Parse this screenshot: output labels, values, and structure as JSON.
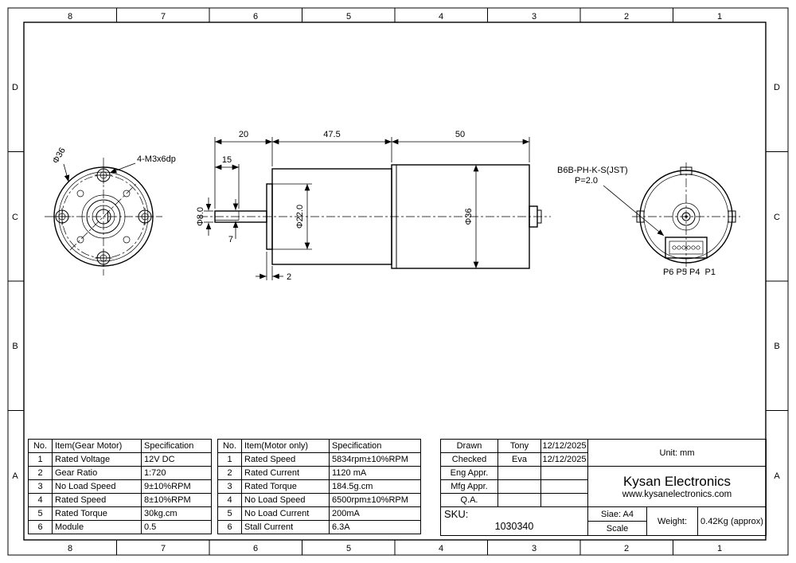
{
  "border": {
    "columns": [
      "8",
      "7",
      "6",
      "5",
      "4",
      "3",
      "2",
      "1"
    ],
    "rows": [
      "D",
      "C",
      "B",
      "A"
    ]
  },
  "front_view": {
    "diameter_label": "Φ36",
    "mount_holes_label": "4-M3x6dp"
  },
  "side_view": {
    "dim_shaft_len": "20",
    "dim_gearbox_len": "47.5",
    "dim_motor_len": "50",
    "dim_flat_len": "15",
    "dim_shaft_dia": "Φ8.0",
    "dim_boss_dia": "Φ22.0",
    "dim_body_dia": "Φ36",
    "dim_flat_height": "7",
    "dim_boss_depth": "2"
  },
  "rear_view": {
    "connector_label": "B6B-PH-K-S(JST)",
    "pitch_label": "P=2.0",
    "pin_labels": "P6 P5 P4  P1"
  },
  "gear_motor_table": {
    "headers": [
      "No.",
      "Item(Gear Motor)",
      "Specification"
    ],
    "rows": [
      [
        "1",
        "Rated Voltage",
        "12V DC"
      ],
      [
        "2",
        "Gear Ratio",
        "1:720"
      ],
      [
        "3",
        "No Load Speed",
        "9±10%RPM"
      ],
      [
        "4",
        "Rated Speed",
        "8±10%RPM"
      ],
      [
        "5",
        "Rated Torque",
        "30kg.cm"
      ],
      [
        "6",
        "Module",
        "0.5"
      ]
    ]
  },
  "motor_table": {
    "headers": [
      "No.",
      "Item(Motor only)",
      "Specification"
    ],
    "rows": [
      [
        "1",
        "Rated Speed",
        "5834rpm±10%RPM"
      ],
      [
        "2",
        "Rated Current",
        "1120 mA"
      ],
      [
        "3",
        "Rated Torque",
        "184.5g.cm"
      ],
      [
        "4",
        "No Load Speed",
        "6500rpm±10%RPM"
      ],
      [
        "5",
        "No Load Current",
        "200mA"
      ],
      [
        "6",
        "Stall Current",
        "6.3A"
      ]
    ]
  },
  "title_block": {
    "approvals": [
      {
        "label": "Drawn",
        "name": "Tony",
        "date": "12/12/2025"
      },
      {
        "label": "Checked",
        "name": "Eva",
        "date": "12/12/2025"
      },
      {
        "label": "Eng Appr.",
        "name": "",
        "date": ""
      },
      {
        "label": "Mfg Appr.",
        "name": "",
        "date": ""
      },
      {
        "label": "Q.A.",
        "name": "",
        "date": ""
      }
    ],
    "unit": "Unit: mm",
    "company": "Kysan Electronics",
    "website": "www.kysanelectronics.com",
    "sku_label": "SKU:",
    "sku_value": "1030340",
    "size": "Siae: A4",
    "scale": "Scale",
    "weight_label": "Weight:",
    "weight_value": "0.42Kg (approx)"
  }
}
